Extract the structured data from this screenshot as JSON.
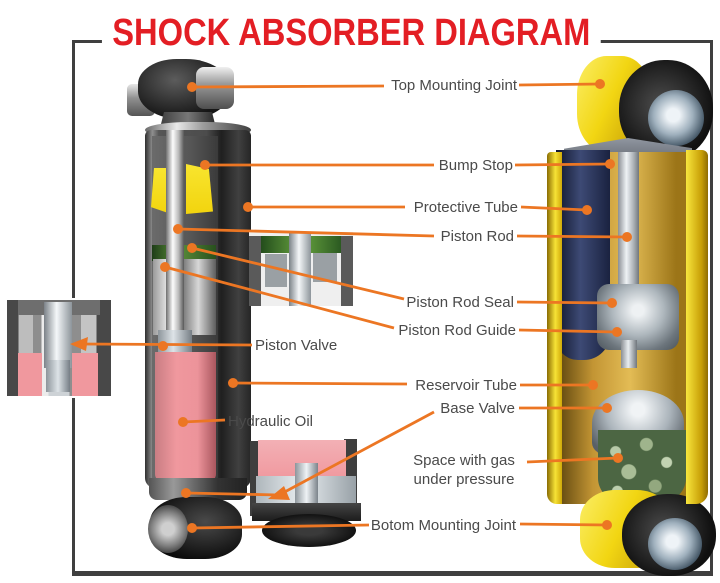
{
  "title": "SHOCK ABSORBER DIAGRAM",
  "labels": {
    "top_mounting_joint": "Top Mounting Joint",
    "bump_stop": "Bump Stop",
    "protective_tube": "Protective Tube",
    "piston_rod": "Piston Rod",
    "piston_rod_seal": "Piston Rod Seal",
    "piston_rod_guide": "Piston Rod Guide",
    "piston_valve": "Piston Valve",
    "reservoir_tube": "Reservoir Tube",
    "base_valve": "Base Valve",
    "hydraulic_oil": "Hydraulic Oil",
    "space_with_gas_line1": "Space with gas",
    "space_with_gas_line2": "under pressure",
    "botom_mounting_joint": "Botom Mounting Joint"
  },
  "colors": {
    "title_red": "#e31e24",
    "label_text": "#4a4a4a",
    "leader_orange": "#ec7623",
    "frame_border": "#3f3f3f",
    "bump_stop_yellow": "#f2d40e",
    "hydraulic_oil_pink": "#f0989e",
    "shock_body_yellow": "#f2d613",
    "gas_green": "#4c6643",
    "protective_tube_navy": "#1a2240"
  }
}
